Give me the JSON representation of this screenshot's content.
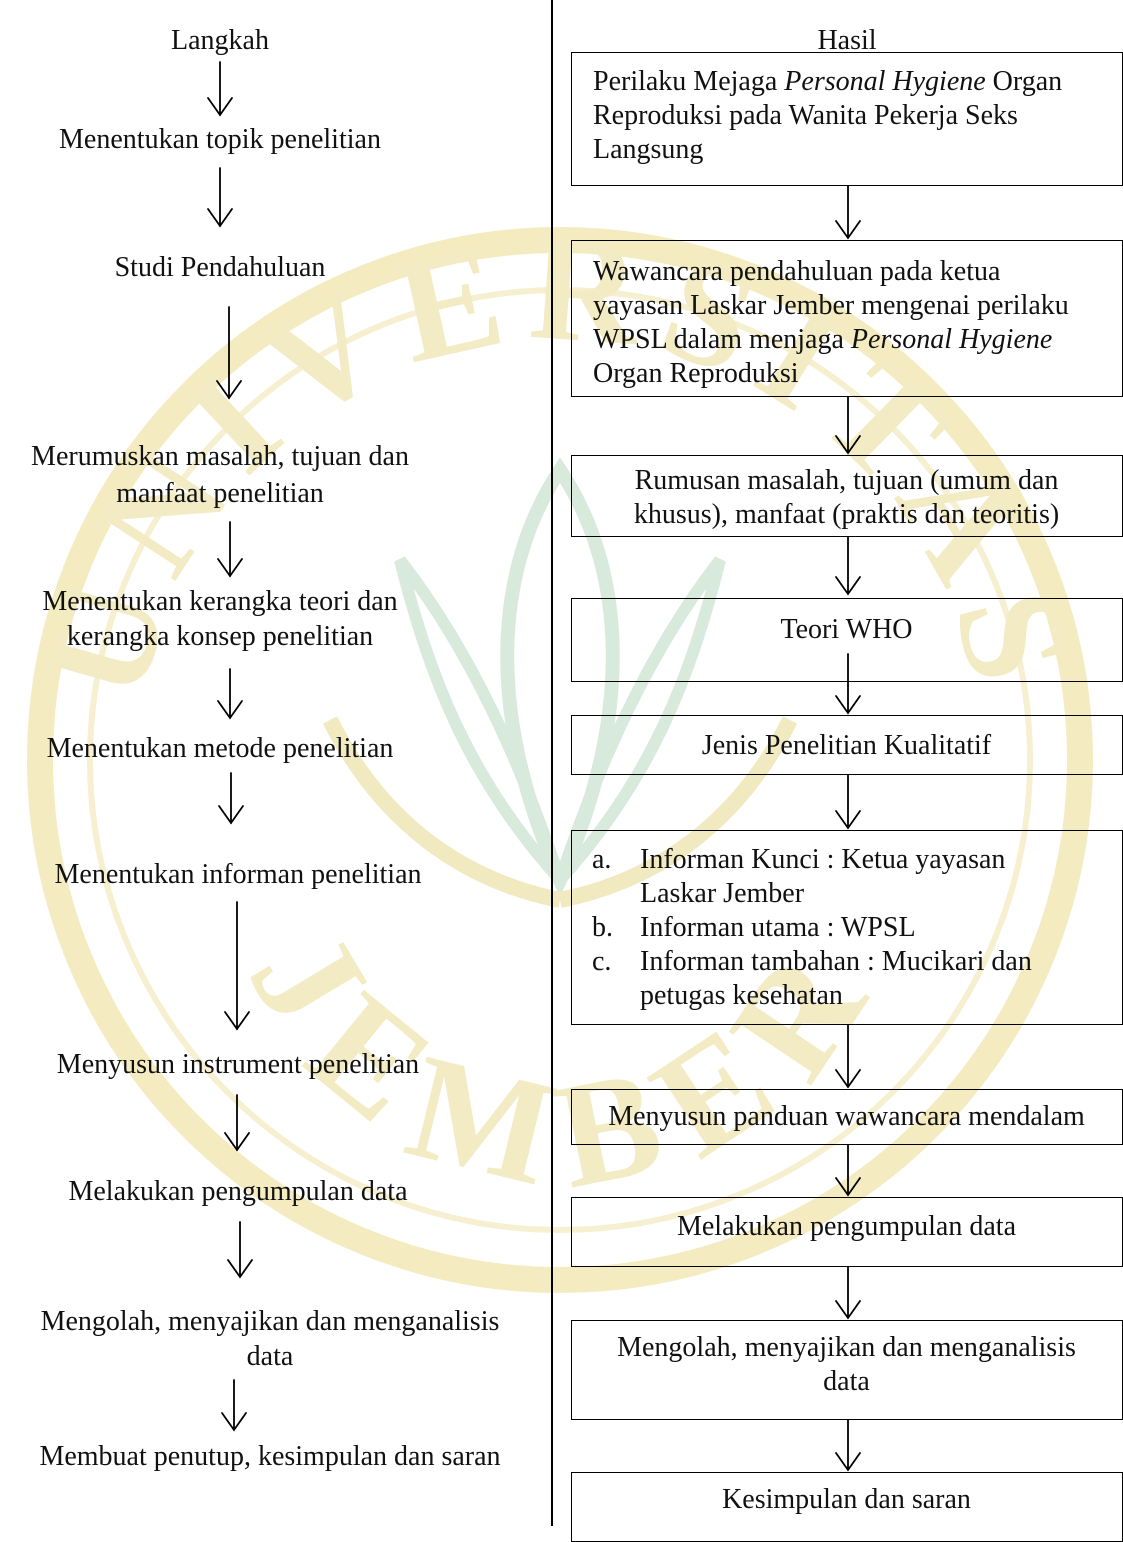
{
  "left": {
    "header": "Langkah",
    "steps": [
      "Menentukan topik penelitian",
      "Studi Pendahuluan",
      "Merumuskan masalah, tujuan dan",
      "manfaat penelitian",
      "Menentukan kerangka teori dan",
      "kerangka konsep penelitian",
      "Menentukan metode penelitian",
      "Menentukan informan penelitian",
      "Menyusun instrument penelitian",
      "Melakukan pengumpulan data",
      "Mengolah, menyajikan dan menganalisis",
      "data",
      "Membuat penutup, kesimpulan dan saran"
    ]
  },
  "right": {
    "header": "Hasil",
    "box1": {
      "l1a": "Perilaku Mejaga ",
      "l1b": "Personal Hygiene",
      "l1c": " Organ",
      "l2": "Reproduksi pada Wanita Pekerja Seks",
      "l3": "Langsung"
    },
    "box2": {
      "l1": "Wawancara pendahuluan pada ketua",
      "l2": "yayasan Laskar Jember mengenai perilaku",
      "l3a": "WPSL dalam menjaga ",
      "l3b": "Personal Hygiene",
      "l4": "Organ Reproduksi"
    },
    "box3": {
      "l1": "Rumusan masalah, tujuan (umum dan",
      "l2": "khusus), manfaat (praktis dan teoritis)"
    },
    "box4": "Teori WHO",
    "box5": "Jenis Penelitian Kualitatif",
    "box6": {
      "items": [
        {
          "marker": "a.",
          "l1": "Informan Kunci : Ketua yayasan",
          "l2": "Laskar Jember"
        },
        {
          "marker": "b.",
          "l1": "Informan utama : WPSL"
        },
        {
          "marker": "c.",
          "l1": "Informan tambahan : Mucikari dan",
          "l2": "petugas kesehatan"
        }
      ]
    },
    "box7": "Menyusun panduan wawancara mendalam",
    "box8": "Melakukan pengumpulan data",
    "box9": {
      "l1": "Mengolah, menyajikan dan menganalisis",
      "l2": "data"
    },
    "box10": "Kesimpulan dan saran"
  },
  "watermark": {
    "top_text": "UNIVERSITAS",
    "bottom_text": "JEMBER",
    "colors": {
      "gold": "#f2e6a6",
      "green": "#cfe6d8"
    }
  }
}
